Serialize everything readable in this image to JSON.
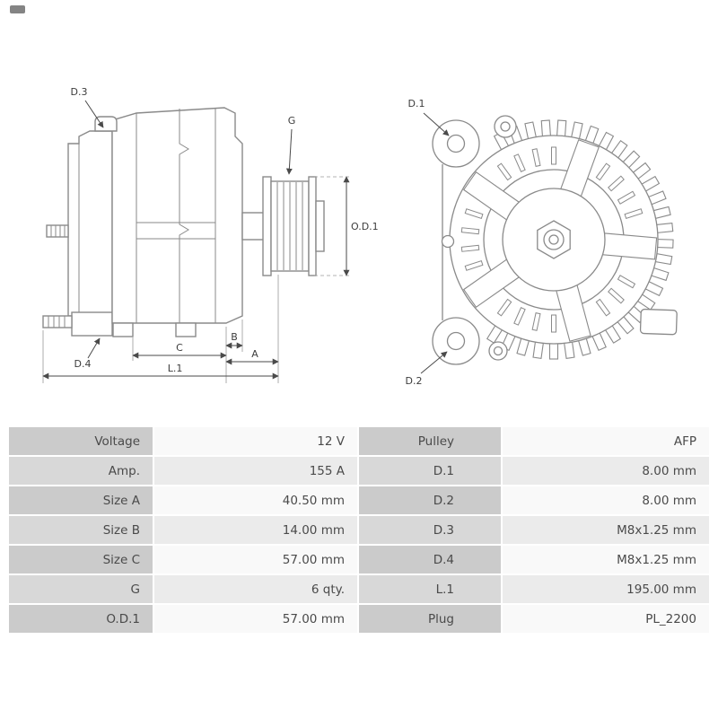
{
  "diagram": {
    "side_view": {
      "labels": {
        "d3": "D.3",
        "d4": "D.4",
        "g": "G",
        "od1": "O.D.1",
        "c": "C",
        "b": "B",
        "a": "A",
        "l1": "L.1"
      }
    },
    "front_view": {
      "labels": {
        "d1": "D.1",
        "d2": "D.2"
      }
    }
  },
  "table": {
    "rows": [
      {
        "left_label": "Voltage",
        "left_value": "12 V",
        "right_label": "Pulley",
        "right_value": "AFP"
      },
      {
        "left_label": "Amp.",
        "left_value": "155 A",
        "right_label": "D.1",
        "right_value": "8.00 mm"
      },
      {
        "left_label": "Size A",
        "left_value": "40.50 mm",
        "right_label": "D.2",
        "right_value": "8.00 mm"
      },
      {
        "left_label": "Size B",
        "left_value": "14.00 mm",
        "right_label": "D.3",
        "right_value": "M8x1.25 mm"
      },
      {
        "left_label": "Size C",
        "left_value": "57.00 mm",
        "right_label": "D.4",
        "right_value": "M8x1.25 mm"
      },
      {
        "left_label": "G",
        "left_value": "6 qty.",
        "right_label": "L.1",
        "right_value": "195.00 mm"
      },
      {
        "left_label": "O.D.1",
        "left_value": "57.00 mm",
        "right_label": "Plug",
        "right_value": "PL_2200"
      }
    ]
  },
  "colors": {
    "outline": "#8a8a8a",
    "dimension": "#4a4a4a",
    "label_cell_odd": "#cbcbcb",
    "label_cell_even": "#d8d8d8",
    "value_cell_odd": "#f9f9f9",
    "value_cell_even": "#ebebeb",
    "cell_text": "#4a4a4a"
  }
}
